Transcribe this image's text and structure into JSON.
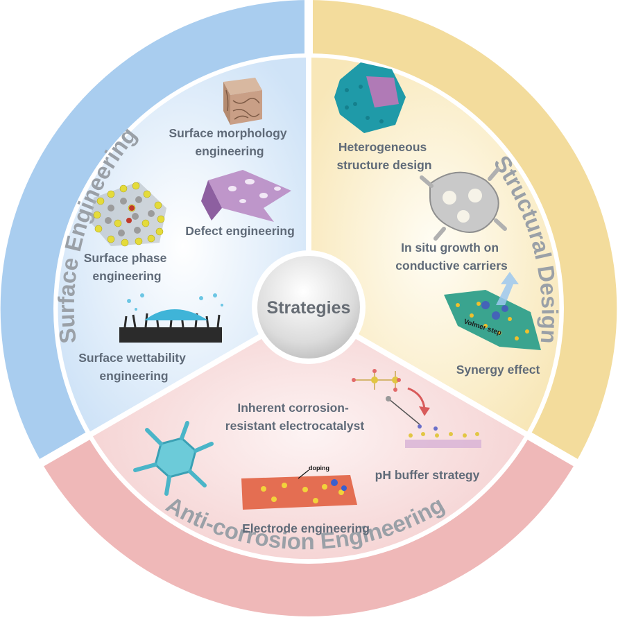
{
  "center": {
    "label": "Strategies"
  },
  "ring_labels": {
    "surface": "Surface Engineering",
    "structural": "Structural Design",
    "anticorrosion": "Anti-corrosion Engineering"
  },
  "surface": {
    "morphology": [
      "Surface morphology",
      "engineering"
    ],
    "defect": "Defect engineering",
    "phase": [
      "Surface phase",
      "engineering"
    ],
    "wettability": [
      "Surface wettability",
      "engineering"
    ]
  },
  "structural": {
    "heterogeneous": [
      "Heterogeneous",
      "structure design"
    ],
    "insitu": [
      "In situ growth on",
      "conductive carriers"
    ],
    "synergy": "Synergy effect",
    "volmer_step": "Volmer step"
  },
  "anticorrosion": {
    "inherent": [
      "Inherent corrosion-",
      "resistant electrocatalyst"
    ],
    "ph": "pH buffer strategy",
    "electrode": "Electrode engineering",
    "doping": "doping"
  },
  "colors": {
    "surface": "#a9cdef",
    "structural": "#f3dc9c",
    "anticorrosion": "#efb8b8",
    "ring_text_surface": "#9aa0a7",
    "ring_text_structural": "#9aa0a7",
    "ring_text_anticorrosion": "#9aa0a7"
  }
}
